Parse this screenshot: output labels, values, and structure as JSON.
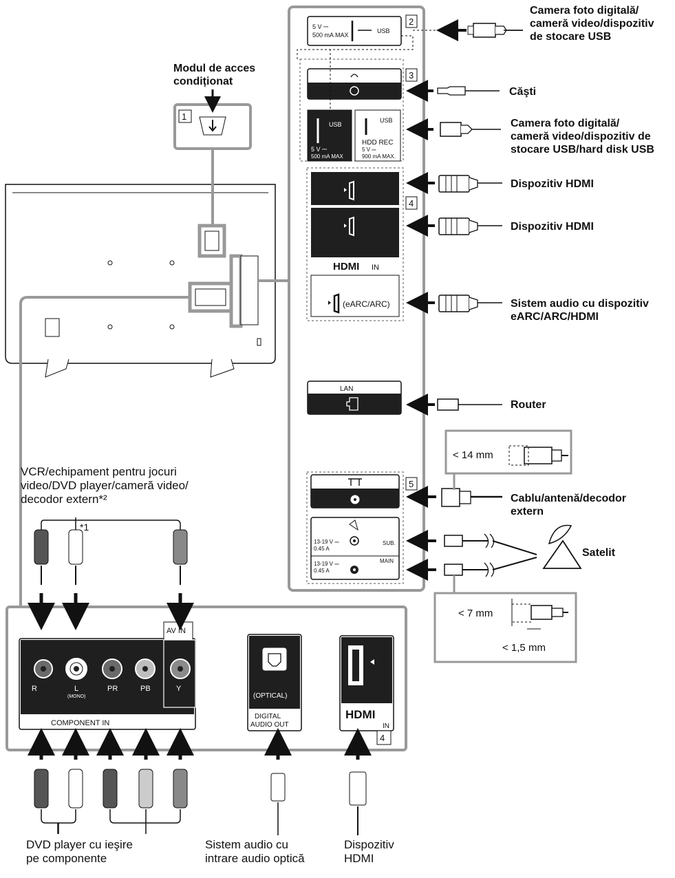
{
  "labels": {
    "cam": "Camera foto digitală/ cameră video/dispozitiv de stocare USB",
    "cam_line1": "Camera foto digitală/",
    "cam_line2": "cameră video/dispozitiv",
    "cam_line3": "de stocare USB",
    "cam2_line1": "Camera foto digitală/",
    "cam2_line2": "cameră video/dispozitiv de",
    "cam2_line3": "stocare USB/hard disk USB",
    "casti": "Căşti",
    "hdmi1": "Dispozitiv HDMI",
    "hdmi2": "Dispozitiv HDMI",
    "earc_line1": "Sistem audio cu dispozitiv",
    "earc_line2": "eARC/ARC/HDMI",
    "router": "Router",
    "cablu_line1": "Cablu/antenă/decodor",
    "cablu_line2": "extern",
    "satelit": "Satelit",
    "cam_module_line1": "Modul de acces",
    "cam_module_line2": "condiționat",
    "vcr_line1": "VCR/echipament pentru jocuri",
    "vcr_line2": "video/DVD player/cameră video/",
    "vcr_line3": "decodor extern*²",
    "note1": "*1",
    "dvd_line1": "DVD player cu ieşire",
    "dvd_line2": "pe componente",
    "optic_line1": "Sistem audio cu",
    "optic_line2": "intrare audio optică",
    "hdmi_dev_line1": "Dispozitiv",
    "hdmi_dev_line2": "HDMI",
    "dim14": "< 14 mm",
    "dim7": "< 7 mm",
    "dim15": "< 1,5 mm"
  },
  "ports": {
    "n1": "1",
    "n2": "2",
    "n3": "3",
    "n4": "4",
    "n5": "5",
    "usb1_v": "5 V ⎓",
    "usb1_ma": "500 mA MAX",
    "usb1_lbl": "USB",
    "usb2_lbl": "USB",
    "usb2_v": "5 V ⎓",
    "usb2_ma": "500 mA MAX",
    "usb3_lbl": "USB",
    "usb3_rec": "HDD REC",
    "usb3_v": "5 V ⎓",
    "usb3_ma": "900 mA MAX.",
    "hdmi_in": "HDMI",
    "hdmi_in_sfx": "IN",
    "earc": "(eARC/ARC)",
    "lan": "LAN",
    "sat_v1": "13-19 V ⎓",
    "sat_a1": "0.45 A",
    "sat_sub": "SUB.",
    "sat_v2": "13-19 V ⎓",
    "sat_a2": "0.45 A",
    "sat_main": "MAIN",
    "avin": "AV IN",
    "r": "R",
    "l": "L",
    "mono": "(MONO)",
    "pr": "PR",
    "pb": "PB",
    "y": "Y",
    "component_in": "COMPONENT IN",
    "optical": "(OPTICAL)",
    "digital_out1": "DIGITAL",
    "digital_out2": "AUDIO OUT",
    "hdmi4": "HDMI",
    "hdmi4_in": "IN"
  },
  "colors": {
    "line": "#8a8a8a",
    "dark": "#1f1f1f",
    "panel": "#ffffff",
    "highlight": "#9a9a9a"
  }
}
